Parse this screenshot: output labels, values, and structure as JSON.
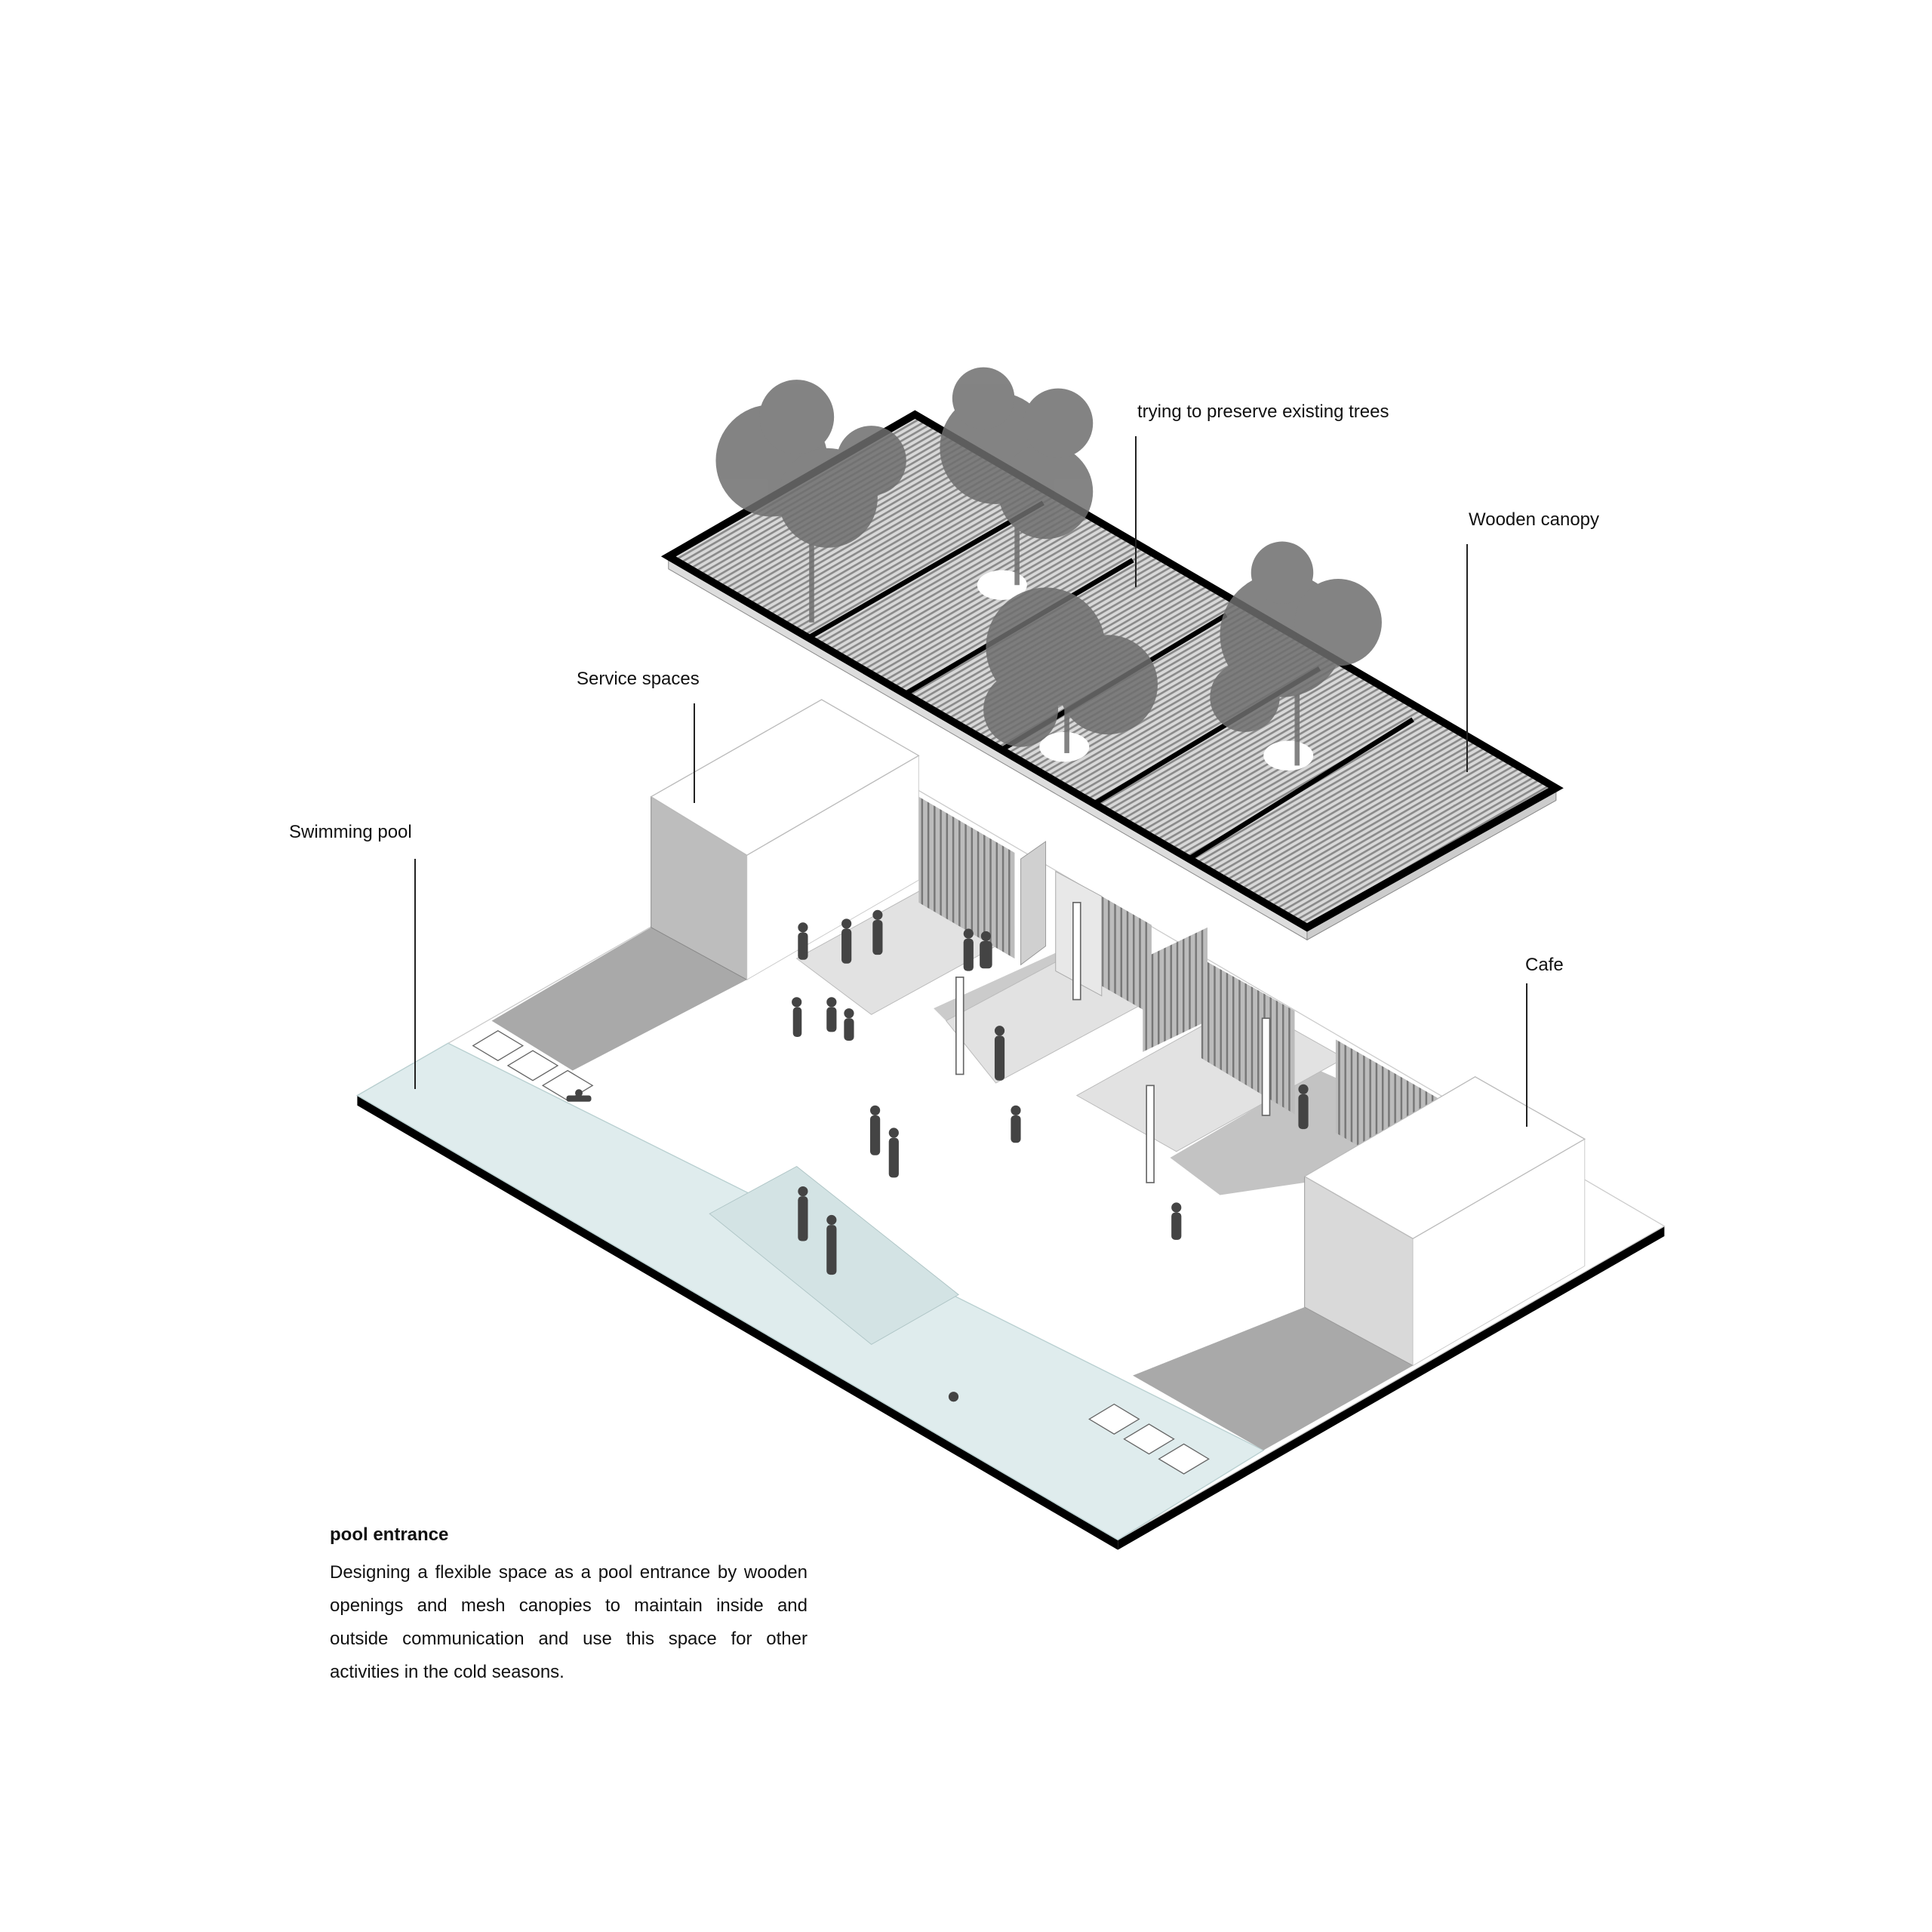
{
  "labels": {
    "trees": "trying to preserve existing trees",
    "canopy": "Wooden canopy",
    "service": "Service spaces",
    "pool": "Swimming pool",
    "cafe": "Cafe"
  },
  "caption": {
    "title": "pool entrance",
    "body": "Designing a flexible space as a pool entrance by wooden openings and mesh canopies to maintain inside and outside communication and use this space for other activities in the cold seasons."
  },
  "colors": {
    "pool": "#dfeced",
    "ink": "#000000",
    "wall": "#bdbdbd",
    "shadow": "#a9a9a9",
    "tree": "#6e6e6e"
  }
}
